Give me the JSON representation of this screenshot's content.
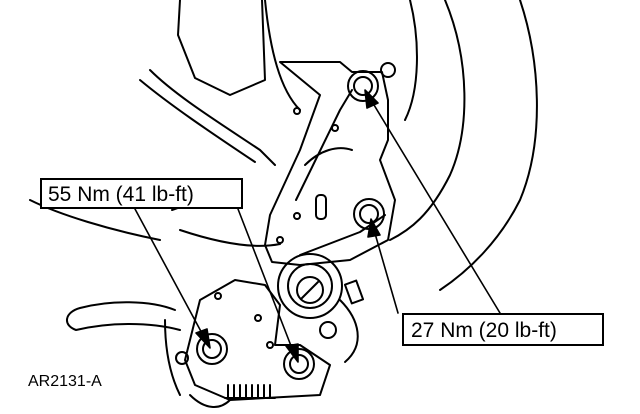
{
  "callouts": {
    "lower_bolts_torque": "55 Nm (41 lb-ft)",
    "upper_bolts_torque": "27 Nm (20 lb-ft)"
  },
  "figure_id": "AR2131-A"
}
